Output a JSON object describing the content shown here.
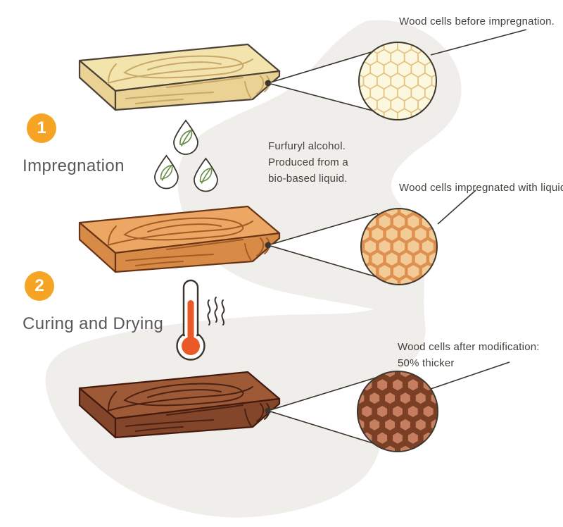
{
  "steps": [
    {
      "number": "1",
      "label": "Impregnation"
    },
    {
      "number": "2",
      "label": "Curing and Drying"
    }
  ],
  "annotations": {
    "cells_before": "Wood cells before impregnation.",
    "furfuryl_line1": "Furfuryl alcohol.",
    "furfuryl_line2": "Produced from a",
    "furfuryl_line3": "bio-based liquid.",
    "cells_impregnated": "Wood cells impregnated with liquid.",
    "cells_after_line1": "Wood cells after modification:",
    "cells_after_line2": "50% thicker"
  },
  "icons": {
    "droplet": "droplet-leaf-icon",
    "thermometer": "thermometer-icon",
    "heat": "heat-waves-icon",
    "magnifier": "magnifier-cone"
  },
  "colors": {
    "blob": "#EFEEEA",
    "badge": "#F5A423",
    "heading_text": "#5A575C",
    "annotation_text": "#45413B",
    "leaf_green": "#6B8F4B",
    "thermometer_fill": "#EA5A28",
    "line_dark": "#3A342C",
    "planks": [
      {
        "top": "#F3E4AE",
        "side": "#E9D293",
        "grain": "#C9A766",
        "outline": "#4B4135"
      },
      {
        "top": "#ECA765",
        "side": "#D78B47",
        "grain": "#A25C24",
        "outline": "#693416"
      },
      {
        "top": "#9E5A37",
        "side": "#84462A",
        "grain": "#4A2113",
        "outline": "#42190C"
      }
    ],
    "cells": [
      {
        "wall": "#E5C27E",
        "cell": "#FCF7DF"
      },
      {
        "wall": "#DD9050",
        "cell": "#F3CB96"
      },
      {
        "wall": "#7B3F26",
        "cell": "#C57F60"
      }
    ]
  }
}
